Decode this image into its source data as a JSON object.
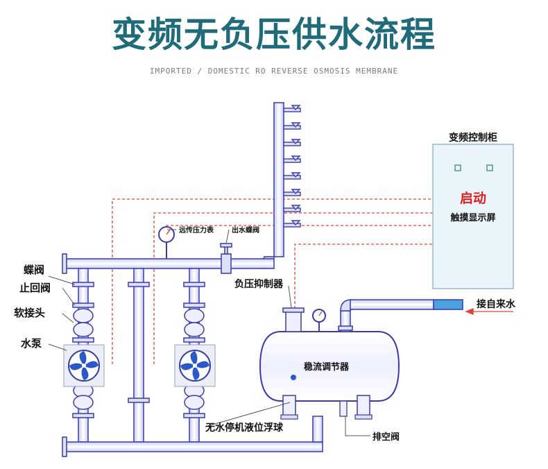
{
  "header": {
    "title": "变频无负压供水流程",
    "subtitle": "IMPORTED / DOMESTIC RO REVERSE OSMOSIS MEMBRANE"
  },
  "control_cabinet": {
    "title": "变频控制柜",
    "start_label": "启动",
    "screen_label": "触摸显示屏"
  },
  "labels": {
    "butterfly_valve": "蝶阀",
    "check_valve": "止回阀",
    "soft_joint": "软接头",
    "pump": "水泵",
    "remote_gauge": "远传压力表",
    "outlet_valve": "出水蝶阀",
    "suppressor": "负压抑制器",
    "tap_water": "接自来水",
    "tank": "稳流调节器",
    "float": "无水停机液位浮球",
    "drain": "排空阀"
  },
  "colors": {
    "title": "#1f6b7a",
    "pipe_outline": "#3a3aa8",
    "signal_line": "#e0443a",
    "start_text": "#e02020",
    "cabinet_fill": "#e9f5fb",
    "inlet_fill": "#4da3e0"
  },
  "icons": [
    "pump-fan-icon",
    "pressure-gauge-icon",
    "valve-icon",
    "arrow-left-icon"
  ]
}
